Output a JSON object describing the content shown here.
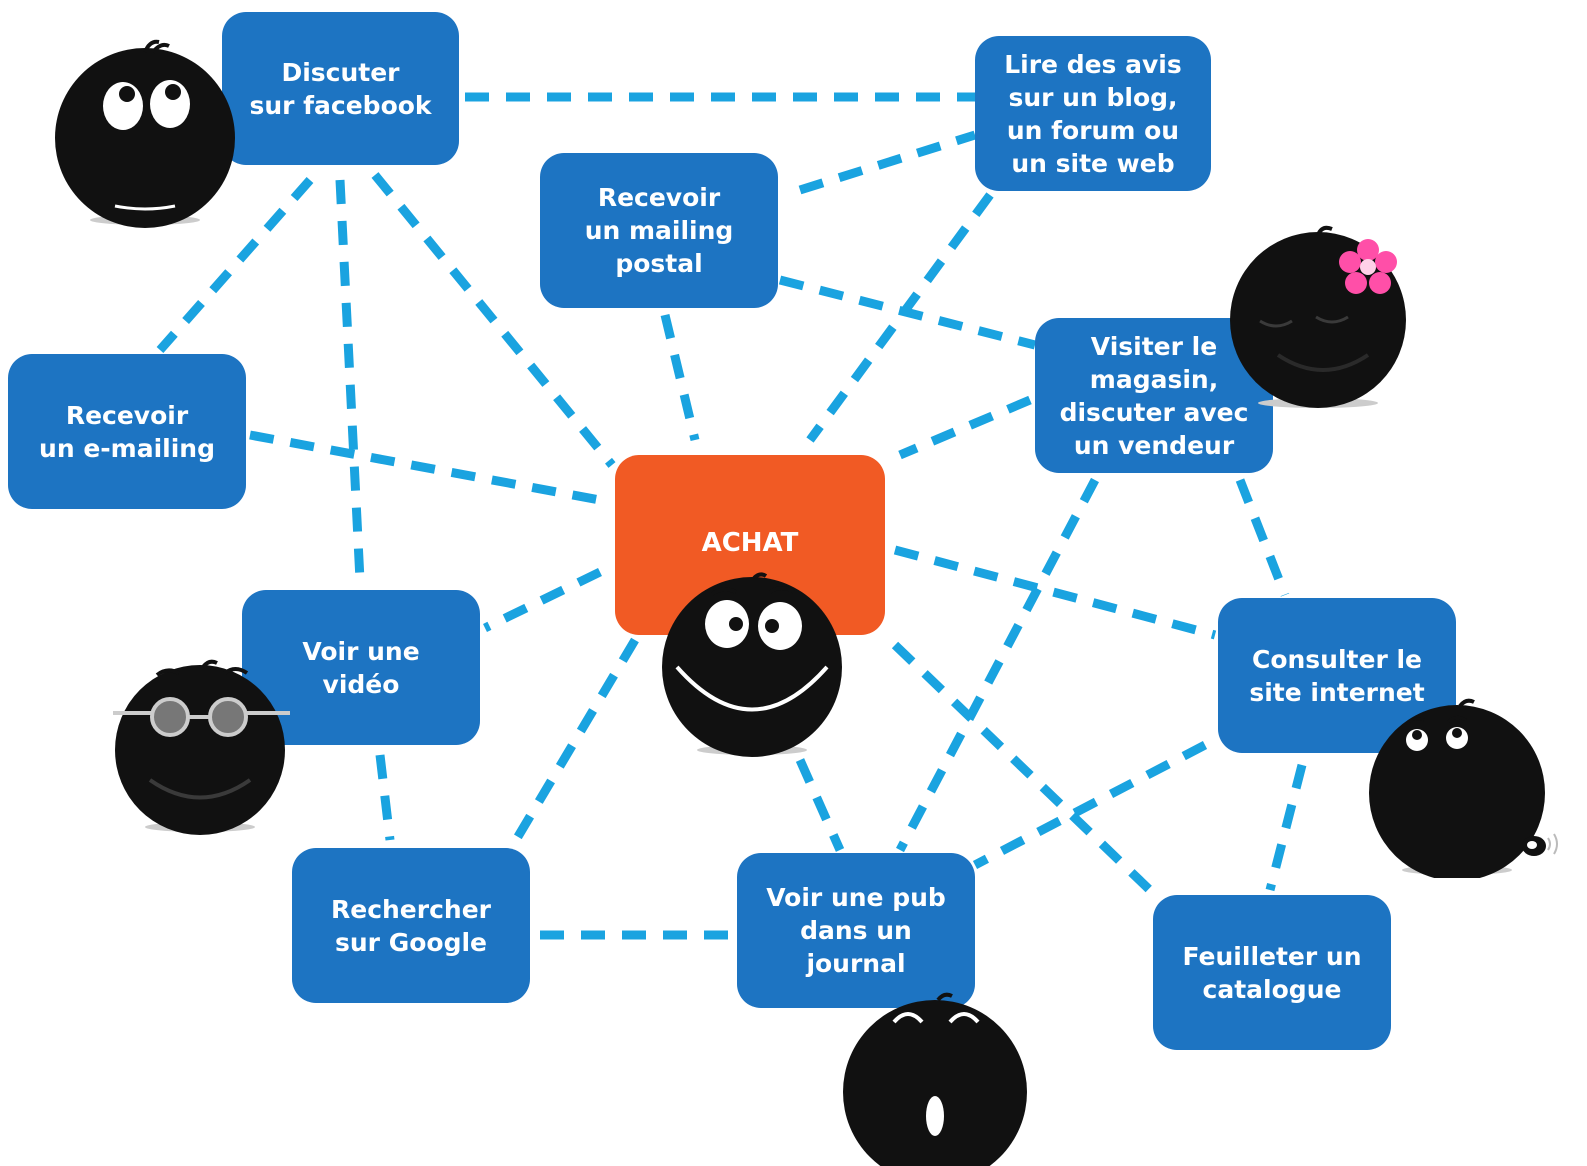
{
  "diagram": {
    "center_label": "ACHAT",
    "nodes": {
      "facebook": "Discuter\nsur facebook",
      "blog": "Lire des avis\nsur un blog,\nun forum ou\nun site web",
      "mailing_postal": "Recevoir\nun mailing\npostal",
      "e_mailing": "Recevoir\nun e-mailing",
      "magasin": "Visiter le\nmagasin,\ndiscuter avec\nun vendeur",
      "video": "Voir une\nvidéo",
      "site_internet": "Consulter le\nsite internet",
      "google": "Rechercher\nsur Google",
      "pub_journal": "Voir une pub\ndans un\njournal",
      "catalogue": "Feuilleter un\ncatalogue"
    },
    "colors": {
      "node_fill": "#1d74c2",
      "center_fill": "#f15a24",
      "connector": "#1aa3e0",
      "node_text": "#ffffff"
    },
    "icons": [
      "smiley-looking-up-icon",
      "smiley-grinning-icon",
      "smiley-girl-flower-icon",
      "smiley-glasses-icon",
      "smiley-worried-icon",
      "smiley-surprised-icon"
    ]
  }
}
